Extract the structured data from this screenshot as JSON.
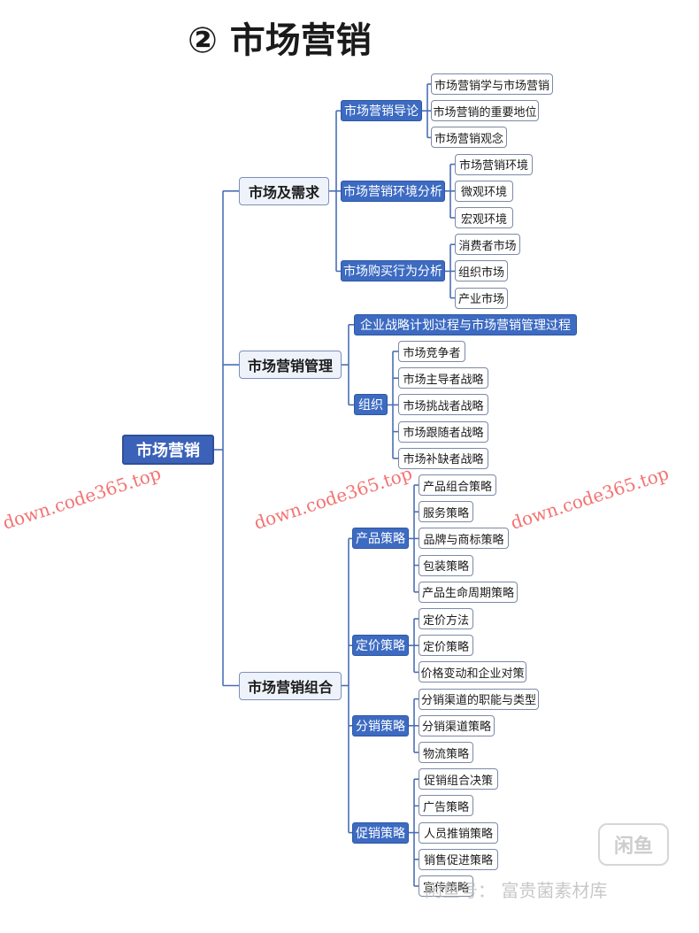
{
  "title": "② 市场营销",
  "root": "市场营销",
  "branches": [
    {
      "label": "市场及需求",
      "children": [
        {
          "label": "市场营销导论",
          "children": [
            "市场营销学与市场营销",
            "市场营销的重要地位",
            "市场营销观念"
          ]
        },
        {
          "label": "市场营销环境分析",
          "children": [
            "市场营销环境",
            "微观环境",
            "宏观环境"
          ]
        },
        {
          "label": "市场购买行为分析",
          "children": [
            "消费者市场",
            "组织市场",
            "产业市场"
          ]
        }
      ]
    },
    {
      "label": "市场营销管理",
      "children": [
        {
          "label": "企业战略计划过程与市场营销管理过程",
          "children": []
        },
        {
          "label": "组织",
          "children": [
            "市场竞争者",
            "市场主导者战略",
            "市场挑战者战略",
            "市场跟随者战略",
            "市场补缺者战略"
          ]
        }
      ]
    },
    {
      "label": "市场营销组合",
      "children": [
        {
          "label": "产品策略",
          "children": [
            "产品组合策略",
            "服务策略",
            "品牌与商标策略",
            "包装策略",
            "产品生命周期策略"
          ]
        },
        {
          "label": "定价策略",
          "children": [
            "定价方法",
            "定价策略",
            "价格变动和企业对策"
          ]
        },
        {
          "label": "分销策略",
          "children": [
            "分销渠道的职能与类型",
            "分销渠道策略",
            "物流策略"
          ]
        },
        {
          "label": "促销策略",
          "children": [
            "促销组合决策",
            "广告策略",
            "人员推销策略",
            "销售促进策略",
            "宣传策略"
          ]
        }
      ]
    }
  ],
  "watermarks": {
    "site": "down.code365.top",
    "logo": "闲鱼",
    "caption": "闲鱼号： 富贵菌素材库"
  },
  "colors": {
    "root_fill": "#3b62b8",
    "level2_fill": "#3d6bc2",
    "connector": "#4a6fb5",
    "watermark": "#f03c3c"
  }
}
